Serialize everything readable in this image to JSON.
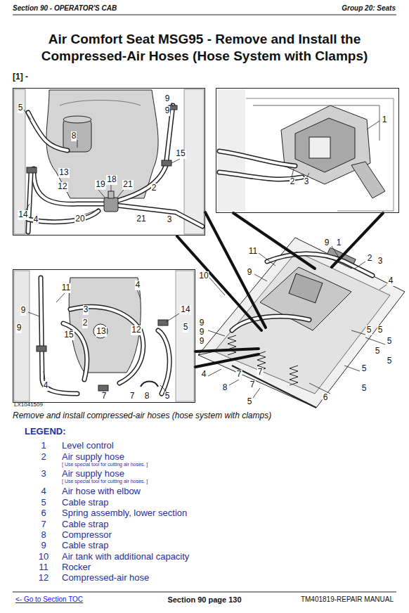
{
  "diagram": {
    "title": "Air Comfort Seat MSG95 - Remove and Install the Compressed-Air Hoses (Hose System with Clamps)",
    "caption": "Remove and install compressed-air hoses (hose system with clamps)",
    "nodes": [
      {
        "text": [
          "5",
          "9",
          "9",
          "8",
          "15",
          "13",
          "18",
          "19",
          "21",
          "12",
          "2",
          "14",
          "4",
          "20",
          "21",
          "3"
        ]
      },
      {
        "text": [
          "1",
          "2",
          "3"
        ]
      },
      {
        "text": [
          "11",
          "4",
          "9",
          "3",
          "2",
          "14",
          "9",
          "15",
          "13",
          "12",
          "5",
          "4",
          "7",
          "7",
          "8",
          "5"
        ]
      }
    ],
    "labels": [
      "Section 90 - OPERATOR'S CAB",
      "Group 20: Seats",
      "[1] -",
      "11",
      "9",
      "1",
      "9",
      "10",
      "2",
      "3",
      "4",
      "9",
      "9",
      "9",
      "5",
      "5",
      "5",
      "5",
      "5",
      "4",
      "8",
      "7",
      "7",
      "7",
      "5",
      "5",
      "6",
      "5",
      "LX1041509",
      "LEGEND:",
      "1",
      "Level control",
      "2",
      "Air supply hose",
      "[ Use special tool for cutting air hoses. ]",
      "3",
      "Air supply hose",
      "[ Use special tool for cutting air hoses. ]",
      "4",
      "Air hose with elbow",
      "5",
      "Cable strap",
      "6",
      "Spring assembly, lower section",
      "7",
      "Cable strap",
      "8",
      "Compressor",
      "9",
      "Cable strap",
      "10",
      "Air tank with additional capacity",
      "11",
      "Rocker",
      "12",
      "Compressed-air hose",
      "<- Go to Section TOC",
      "Section 90 page 130",
      "TM401819-REPAIR MANUAL"
    ]
  }
}
